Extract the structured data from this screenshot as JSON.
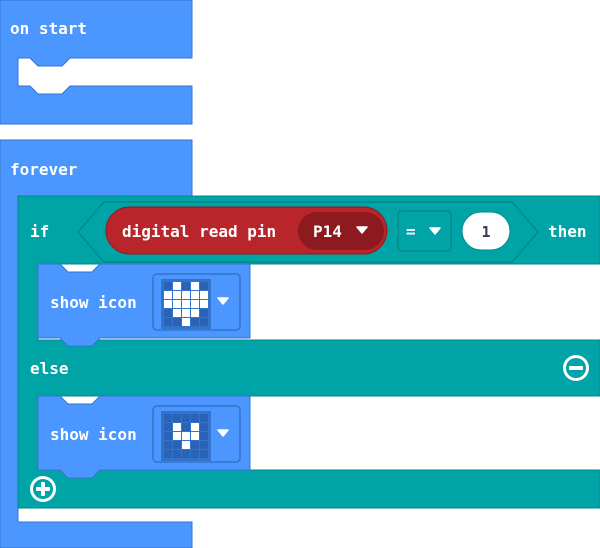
{
  "blocks": {
    "on_start": {
      "label": "on start"
    },
    "forever": {
      "label": "forever"
    },
    "if_block": {
      "if_label": "if",
      "then_label": "then",
      "else_label": "else",
      "condition": {
        "reporter_label": "digital read pin",
        "pin_value": "P14",
        "operator": "=",
        "compare_value": "1"
      }
    },
    "show_icon_1": {
      "label": "show icon",
      "icon": "heart-icon"
    },
    "show_icon_2": {
      "label": "show icon",
      "icon": "small-heart-icon"
    }
  },
  "colors": {
    "basic_blue": "#4c97ff",
    "basic_blue_dark": "#3373cc",
    "logic_teal": "#00a4a6",
    "logic_teal_dark": "#008a8c",
    "pins_red": "#b8262b",
    "pins_red_dark": "#8c1a1e",
    "white": "#ffffff"
  },
  "icons": {
    "heart": [
      [
        0,
        1,
        0,
        1,
        0
      ],
      [
        1,
        1,
        1,
        1,
        1
      ],
      [
        1,
        1,
        1,
        1,
        1
      ],
      [
        0,
        1,
        1,
        1,
        0
      ],
      [
        0,
        0,
        1,
        0,
        0
      ]
    ],
    "small_heart": [
      [
        0,
        0,
        0,
        0,
        0
      ],
      [
        0,
        1,
        0,
        1,
        0
      ],
      [
        0,
        1,
        1,
        1,
        0
      ],
      [
        0,
        0,
        1,
        0,
        0
      ],
      [
        0,
        0,
        0,
        0,
        0
      ]
    ]
  }
}
